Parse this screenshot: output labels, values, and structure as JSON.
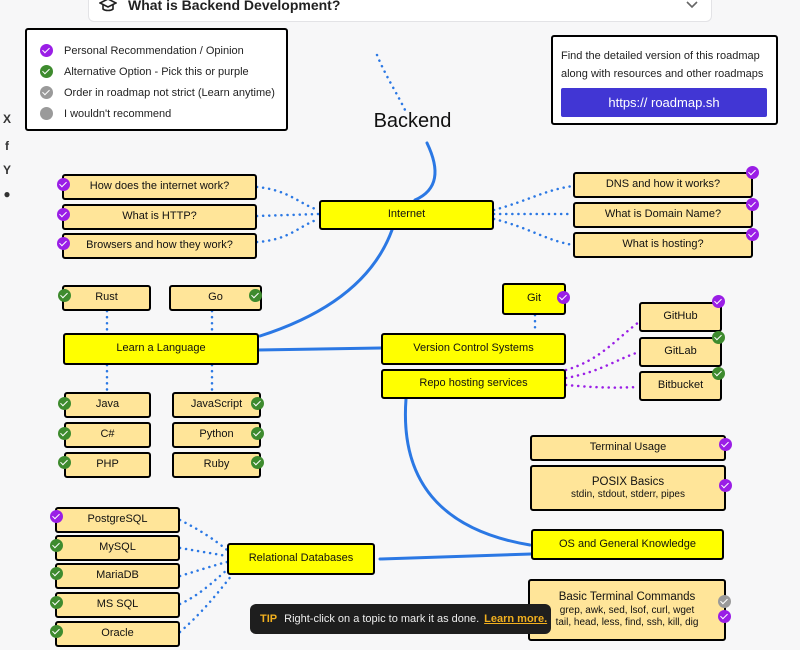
{
  "faq": {
    "question": "What is Backend Development?"
  },
  "legend": {
    "items": [
      {
        "label": "Personal Recommendation / Opinion",
        "color": "#9a1ee6",
        "check": true
      },
      {
        "label": "Alternative Option - Pick this or purple",
        "color": "#3e8b2e",
        "check": true
      },
      {
        "label": "Order in roadmap not strict (Learn anytime)",
        "color": "#9a9a9a",
        "check": true
      },
      {
        "label": "I wouldn't recommend",
        "color": "#9a9a9a",
        "check": false
      }
    ]
  },
  "info": {
    "line1": "Find the detailed version of this roadmap",
    "line2": "along with resources and other roadmaps",
    "button": "https:// roadmap.sh"
  },
  "share": [
    {
      "name": "x-share-icon",
      "glyph": "X"
    },
    {
      "name": "facebook-share-icon",
      "glyph": "f"
    },
    {
      "name": "hackernews-share-icon",
      "glyph": "Y"
    },
    {
      "name": "reddit-share-icon",
      "glyph": "●"
    }
  ],
  "title": "Backend",
  "nodes": {
    "internet": "Internet",
    "how_internet": "How does the internet work?",
    "http": "What is HTTP?",
    "browsers": "Browsers and how they work?",
    "dns": "DNS and how it works?",
    "domain": "What is Domain Name?",
    "hosting": "What is hosting?",
    "rust": "Rust",
    "go": "Go",
    "learn_language": "Learn a Language",
    "java": "Java",
    "csharp": "C#",
    "php": "PHP",
    "javascript": "JavaScript",
    "python": "Python",
    "ruby": "Ruby",
    "git": "Git",
    "vcs": "Version Control Systems",
    "repo_hosting": "Repo hosting services",
    "github": "GitHub",
    "gitlab": "GitLab",
    "bitbucket": "Bitbucket",
    "terminal_usage": "Terminal Usage",
    "posix": "POSIX Basics",
    "posix_sub": "stdin, stdout, stderr, pipes",
    "os_knowledge": "OS and General Knowledge",
    "basic_terminal": "Basic Terminal Commands",
    "basic_terminal_sub1": "grep, awk, sed, lsof, curl, wget",
    "basic_terminal_sub2": "tail, head, less, find, ssh, kill, dig",
    "relational_db": "Relational Databases",
    "postgresql": "PostgreSQL",
    "mysql": "MySQL",
    "mariadb": "MariaDB",
    "mssql": "MS SQL",
    "oracle": "Oracle"
  },
  "tip": {
    "key": "TIP",
    "text": "Right-click on a topic to mark it as done.",
    "link": "Learn more."
  },
  "colors": {
    "node_yellow": "#ffff00",
    "node_tan": "#ffe599",
    "line_blue": "#2b78e4",
    "purple": "#9a1ee6",
    "green": "#3e8b2e",
    "button": "#4136d4"
  }
}
